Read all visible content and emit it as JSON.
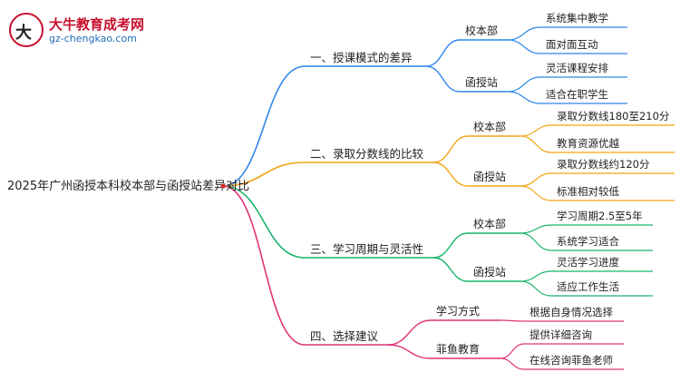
{
  "logo": {
    "title": "大牛教育成考网",
    "url": "gz-chengkao.com",
    "glyph": "大牛"
  },
  "root": {
    "label": "2025年广州函授本科校本部与函授站差异对比"
  },
  "colors": {
    "root": "#d62728",
    "b1": "#2f86e8",
    "b2": "#f2a514",
    "b3": "#19b36b",
    "b4": "#e0337a"
  },
  "branches": [
    {
      "label": "一、授课模式的差异",
      "children": [
        {
          "label": "校本部",
          "leaves": [
            "系统集中教学",
            "面对面互动"
          ]
        },
        {
          "label": "函授站",
          "leaves": [
            "灵活课程安排",
            "适合在职学生"
          ]
        }
      ]
    },
    {
      "label": "二、录取分数线的比较",
      "children": [
        {
          "label": "校本部",
          "leaves": [
            "录取分数线180至210分",
            "教育资源优越"
          ]
        },
        {
          "label": "函授站",
          "leaves": [
            "录取分数线约120分",
            "标准相对较低"
          ]
        }
      ]
    },
    {
      "label": "三、学习周期与灵活性",
      "children": [
        {
          "label": "校本部",
          "leaves": [
            "学习周期2.5至5年",
            "系统学习适合"
          ]
        },
        {
          "label": "函授站",
          "leaves": [
            "灵活学习进度",
            "适应工作生活"
          ]
        }
      ]
    },
    {
      "label": "四、选择建议",
      "children": [
        {
          "label": "学习方式",
          "leaves": [
            "根据自身情况选择"
          ]
        },
        {
          "label": "菲鱼教育",
          "leaves": [
            "提供详细咨询",
            "在线咨询菲鱼老师"
          ]
        }
      ]
    }
  ]
}
